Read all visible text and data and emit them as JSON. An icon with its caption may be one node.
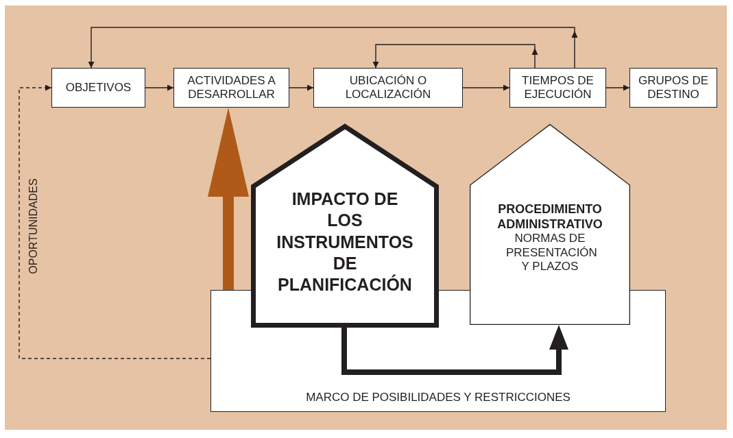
{
  "diagram": {
    "nodes": [
      {
        "text": [
          "OBJETIVOS"
        ]
      },
      {
        "text": [
          "ACTIVIDADES A DESARROLLAR"
        ]
      },
      {
        "text": [
          "UBICACIÓN O LOCALIZACIÓN"
        ]
      },
      {
        "text": [
          "TIEMPOS DE EJECUCIÓN"
        ]
      },
      {
        "text": [
          "GRUPOS DE DESTINO"
        ]
      },
      {
        "text": [
          "IMPACTO DE LOS INSTRUMENTOS DE PLANIFICACIÓN"
        ]
      },
      {
        "text": [
          "PROCEDIMIENTO ADMINISTRATIVO",
          "NORMAS DE PRESENTACIÓN Y PLAZOS"
        ]
      },
      {
        "text": [
          "MARCO DE POSIBILIDADES Y RESTRICCIONES"
        ]
      }
    ],
    "edges": [
      {
        "from": 0,
        "to": 1,
        "arrow": "to"
      },
      {
        "from": 1,
        "to": 2,
        "arrow": "to"
      },
      {
        "from": 2,
        "to": 3,
        "arrow": "to"
      },
      {
        "from": 3,
        "to": 4,
        "arrow": "to"
      },
      {
        "from": 3,
        "to": 2,
        "arrow": "to"
      },
      {
        "from": 3,
        "to": 0,
        "arrow": "to"
      },
      {
        "from": 7,
        "to": 0,
        "arrow": "to",
        "style": "dashed",
        "label": "OPORTUNIDADES"
      },
      {
        "from": 7,
        "to": 1,
        "arrow": "to",
        "style": "thick",
        "color": "#b05a1a"
      },
      {
        "from": 5,
        "to": 6,
        "arrow": "to",
        "style": "thick"
      }
    ]
  }
}
